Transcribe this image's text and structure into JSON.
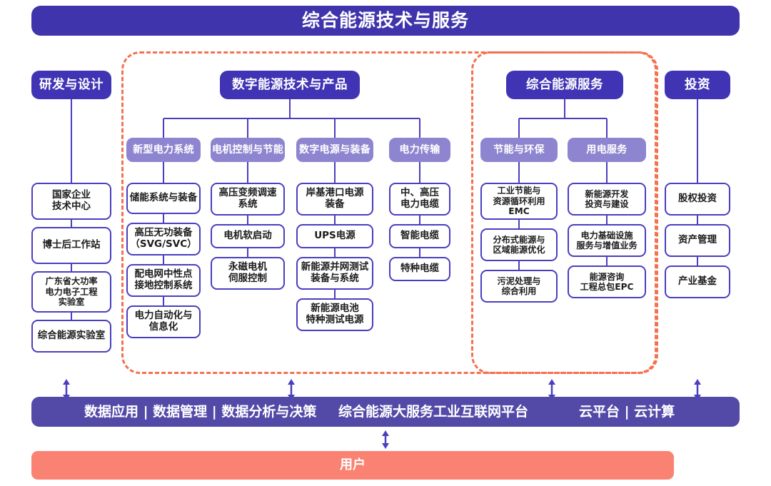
{
  "title_bar": {
    "label": "综合能源技术与服务"
  },
  "colors": {
    "primary_dark": "#4134b4",
    "primary_mid": "#8d85cf",
    "bar_purple": "#534aa8",
    "accent_salmon": "#fa8273",
    "dashed_orange": "#f4714f",
    "line_purple": "#4a3ec0"
  },
  "pillars": [
    {
      "id": "rd",
      "label": "研发与设计",
      "leaves": [
        "国家企业\n技术中心",
        "博士后工作站",
        "广东省大功率\n电力电子工程\n实验室",
        "综合能源实验室"
      ]
    },
    {
      "id": "digital-energy",
      "label": "数字能源技术与产品",
      "groups": [
        {
          "label": "新型电力系统",
          "leaves": [
            "储能系统与装备",
            "高压无功装备\n（SVG/SVC）",
            "配电网中性点\n接地控制系统",
            "电力自动化与\n信息化"
          ]
        },
        {
          "label": "电机控制与节能",
          "leaves": [
            "高压变频调速\n系统",
            "电机软启动",
            "永磁电机\n伺服控制"
          ]
        },
        {
          "label": "数字电源与装备",
          "leaves": [
            "岸基港口电源\n装备",
            "UPS电源",
            "新能源并网测试\n装备与系统",
            "新能源电池\n特种测试电源"
          ]
        },
        {
          "label": "电力传输",
          "leaves": [
            "中、高压\n电力电缆",
            "智能电缆",
            "特种电缆"
          ]
        }
      ]
    },
    {
      "id": "integrated-service",
      "label": "综合能源服务",
      "groups": [
        {
          "label": "节能与环保",
          "leaves": [
            "工业节能与\n资源循环利用\nEMC",
            "分布式能源与\n区域能源优化",
            "污泥处理与\n综合利用"
          ]
        },
        {
          "label": "用电服务",
          "leaves": [
            "新能源开发\n投资与建设",
            "电力基础设施\n服务与增值业务",
            "能源咨询\n工程总包EPC"
          ]
        }
      ]
    },
    {
      "id": "investment",
      "label": "投资",
      "leaves": [
        "股权投资",
        "资产管理",
        "产业基金"
      ]
    }
  ],
  "platform_bar": {
    "segments": [
      "数据应用 | 数据管理 | 数据分析与决策",
      "综合能源大服务工业互联网平台",
      "云平台 | 云计算"
    ]
  },
  "user_bar": {
    "label": "用户"
  }
}
